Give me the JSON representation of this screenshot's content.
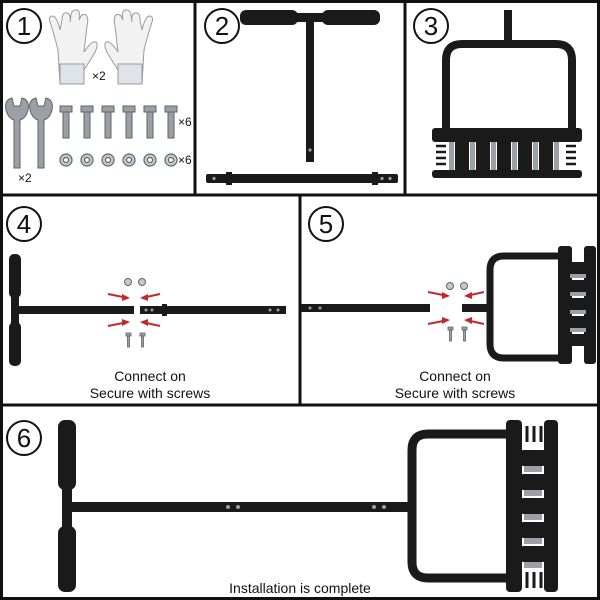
{
  "title": "",
  "steps": [
    {
      "number": "1"
    },
    {
      "number": "2"
    },
    {
      "number": "3"
    },
    {
      "number": "4",
      "caption_line1": "Connect on",
      "caption_line2": "Secure with screws"
    },
    {
      "number": "5",
      "caption_line1": "Connect on",
      "caption_line2": "Secure with screws"
    },
    {
      "number": "6",
      "caption_line1": "Installation is complete"
    }
  ],
  "parts": {
    "gloves_qty": "×2",
    "wrench_qty": "×2",
    "bolts_qty": "×6",
    "nuts_qty": "×6"
  },
  "colors": {
    "frame": "#111111",
    "part_black": "#1a1a1a",
    "arrow_red": "#c62828",
    "metal": "#9aa0a6",
    "glove": "#f2f2f2"
  }
}
